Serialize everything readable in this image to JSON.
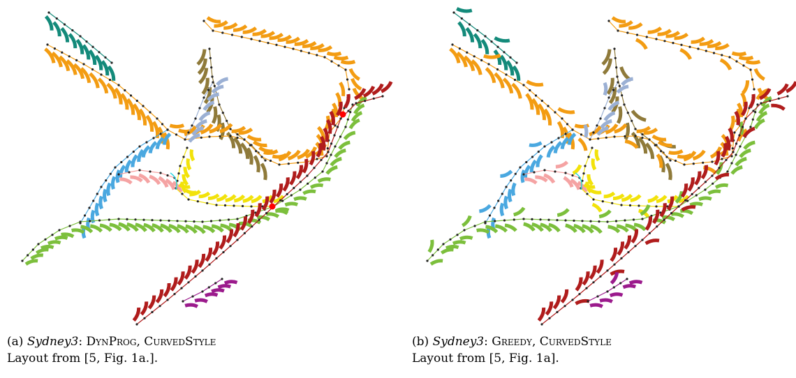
{
  "figure": {
    "panels": [
      {
        "id": "a",
        "caption": {
          "tag": "(a)",
          "dataset": "Sydney3",
          "sep": ":",
          "algorithm": "DynProg",
          "comma": ",",
          "style": "CurvedStyle",
          "source": "Layout from [5, Fig. 1a.]."
        }
      },
      {
        "id": "b",
        "caption": {
          "tag": "(b)",
          "dataset": "Sydney3",
          "sep": ":",
          "algorithm": "Greedy",
          "comma": ",",
          "style": "CurvedStyle",
          "source": "Layout from [5, Fig. 1a]."
        }
      }
    ]
  },
  "colors": {
    "orange": "#f39c12",
    "teal": "#138a7a",
    "olive": "#8f7a3a",
    "blue": "#4aa8e0",
    "lightblue": "#9bb0d4",
    "green": "#7cbf3c",
    "yellow": "#f2e20a",
    "pink": "#f5a3a3",
    "darkred": "#b01c1c",
    "purple": "#9b1a8c",
    "cyan": "#2ad4e0",
    "red": "#ff0000",
    "station": "#222222"
  }
}
